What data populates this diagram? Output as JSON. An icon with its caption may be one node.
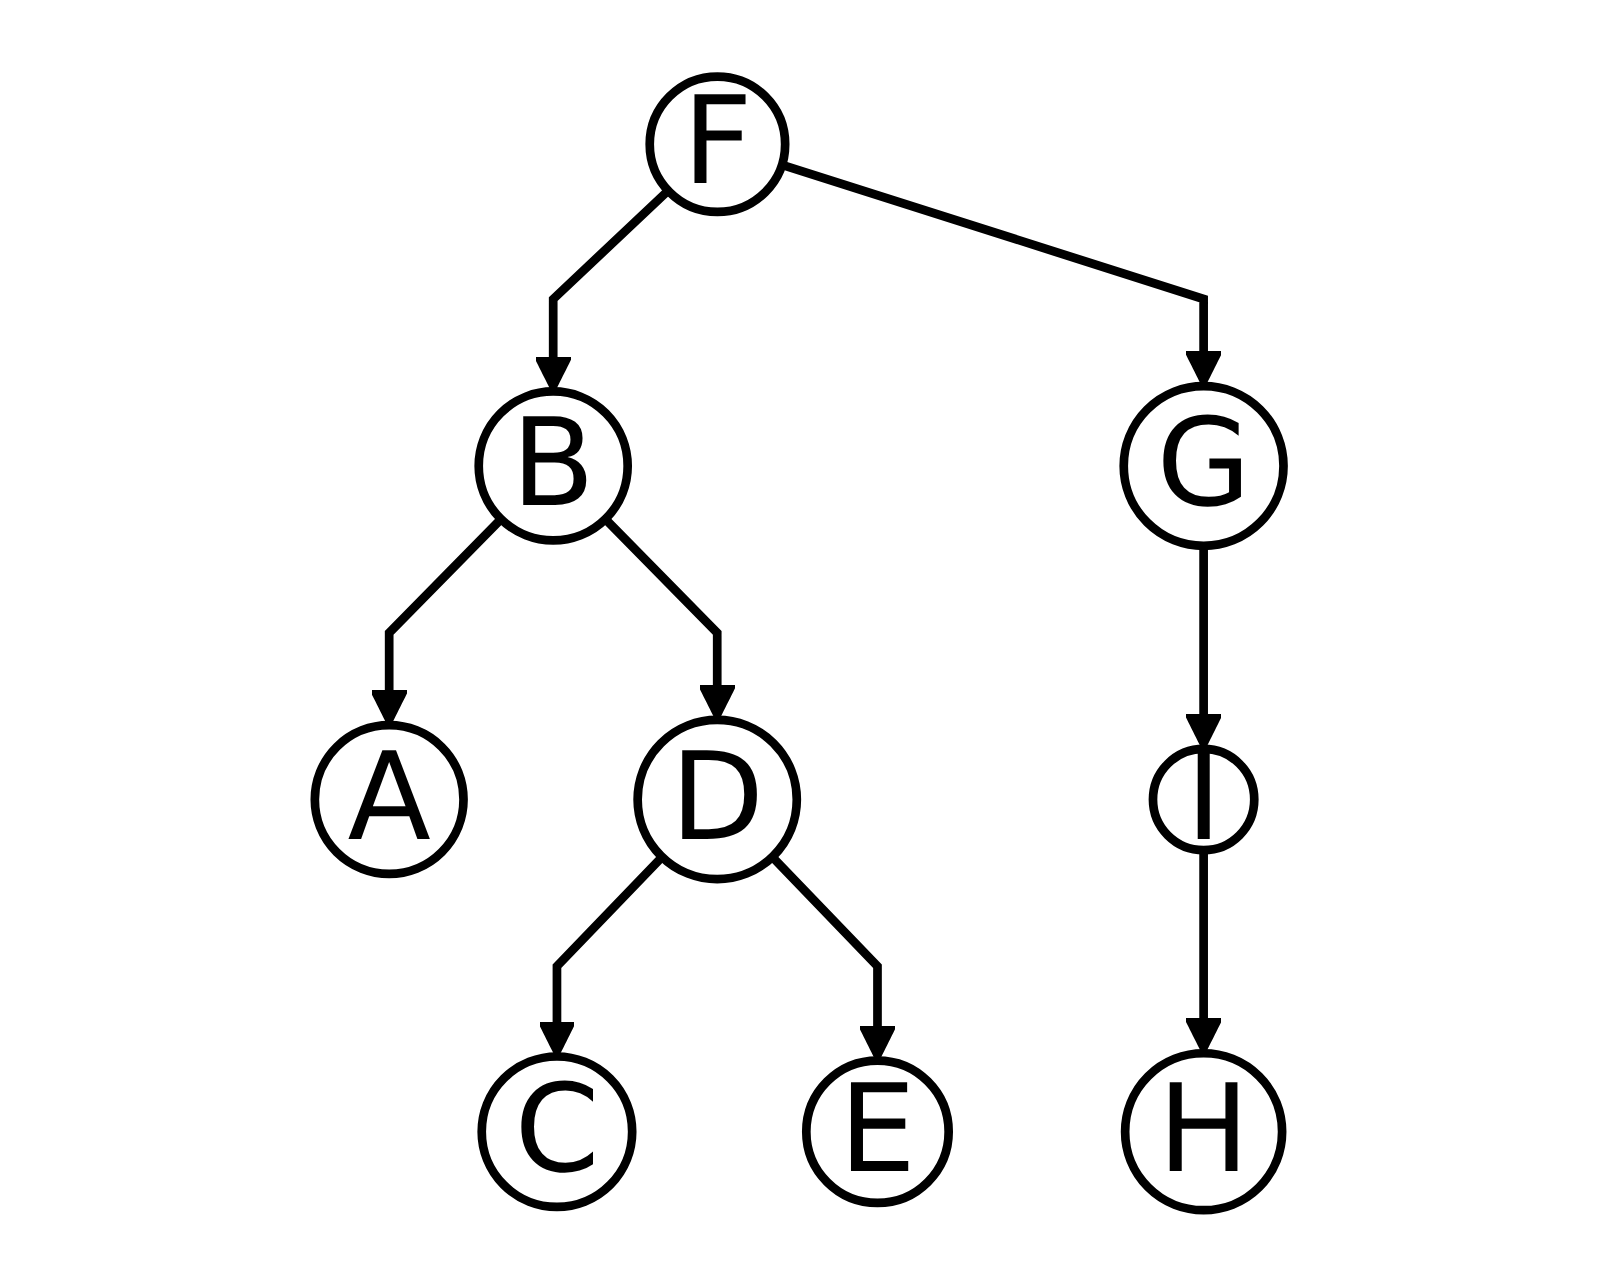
{
  "diagram": {
    "nodes": [
      {
        "text": [
          "F"
        ]
      },
      {
        "text": [
          "B"
        ]
      },
      {
        "text": [
          "G"
        ]
      },
      {
        "text": [
          "A"
        ]
      },
      {
        "text": [
          "D"
        ]
      },
      {
        "text": [
          "I"
        ]
      },
      {
        "text": [
          "C"
        ]
      },
      {
        "text": [
          "E"
        ]
      },
      {
        "text": [
          "H"
        ]
      }
    ],
    "edges": [
      {
        "from": 0,
        "to": 1,
        "arrow": "to"
      },
      {
        "from": 0,
        "to": 2,
        "arrow": "to"
      },
      {
        "from": 1,
        "to": 3,
        "arrow": "to"
      },
      {
        "from": 1,
        "to": 4,
        "arrow": "to"
      },
      {
        "from": 2,
        "to": 5,
        "arrow": "to"
      },
      {
        "from": 4,
        "to": 6,
        "arrow": "to"
      },
      {
        "from": 4,
        "to": 7,
        "arrow": "to"
      },
      {
        "from": 5,
        "to": 8,
        "arrow": "to"
      }
    ]
  }
}
